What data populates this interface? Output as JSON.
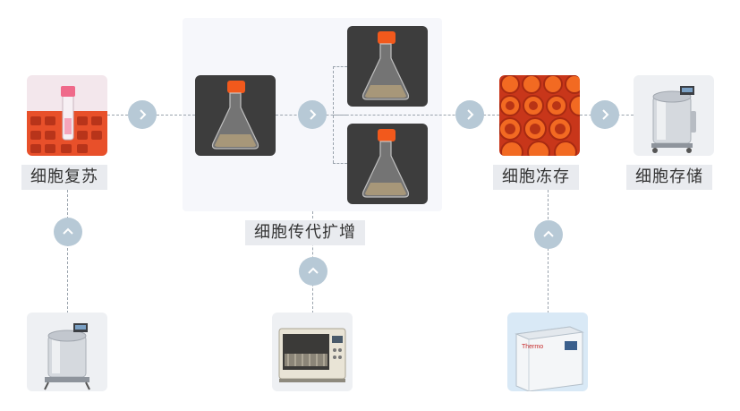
{
  "steps": {
    "thaw": {
      "label": "细胞复苏",
      "icon": "cryovial-in-rack-icon"
    },
    "passage": {
      "label": "细胞传代扩增",
      "icon": "erlenmeyer-flask-icon"
    },
    "freeze": {
      "label": "细胞冻存",
      "icon": "cryo-tube-caps-icon"
    },
    "storage": {
      "label": "细胞存储",
      "icon": "liquid-nitrogen-tank-icon"
    }
  },
  "equipment": {
    "thaw": {
      "icon": "liquid-nitrogen-tank-icon"
    },
    "passage": {
      "icon": "shaker-incubator-icon"
    },
    "freeze": {
      "icon": "thermo-freezer-icon"
    }
  },
  "colors": {
    "accent_circle": "#b7c9d6",
    "cap_orange": "#f2591c",
    "label_bg": "#e9ebef",
    "group_bg": "#f6f7fb"
  }
}
